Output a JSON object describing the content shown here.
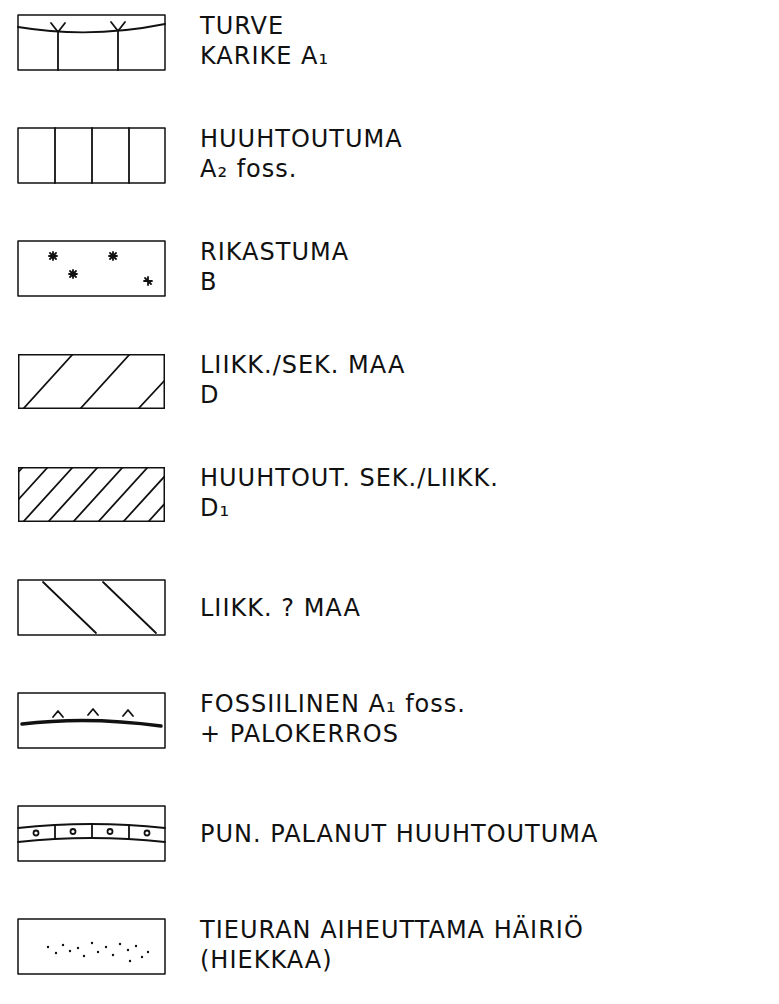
{
  "diagram": {
    "legend": [
      {
        "text": "TURVE KARIKE A₁"
      },
      {
        "text": "HUUHTOUTUMA A₂ foss."
      },
      {
        "text": "RIKASTUMA B"
      },
      {
        "text": "LIIKK./SEK. MAA D"
      },
      {
        "text": "HUUHTOUT. SEK./LIIKK. D₁"
      },
      {
        "text": "LIIKK. ? MAA"
      },
      {
        "text": "FOSSIILINEN A₁ foss. + PALOKERROS"
      },
      {
        "text": "PUN. PALANUT HUUHTOUTUMA"
      },
      {
        "text": "TIEURAN AIHEUTTAMA HÄIRIÖ (HIEKKAA)"
      }
    ]
  }
}
